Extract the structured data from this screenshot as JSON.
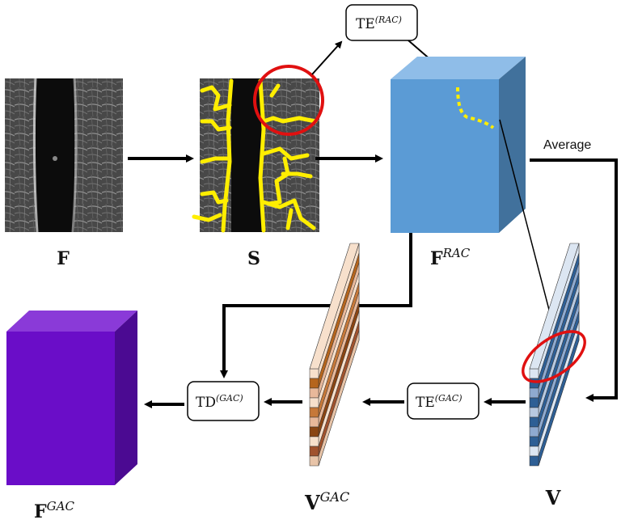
{
  "labels": {
    "f": "F",
    "s": "S",
    "f_rac_base": "F",
    "f_rac_sup": "RAC",
    "v": "V",
    "v_gac_base": "V",
    "v_gac_sup": "GAC",
    "f_gac_base": "F",
    "f_gac_sup": "GAC",
    "average": "Average"
  },
  "boxes": {
    "te_rac_base": "TE",
    "te_rac_sup": "(RAC)",
    "te_gac_base": "TE",
    "te_gac_sup": "(GAC)",
    "td_gac_base": "TD",
    "td_gac_sup": "(GAC)"
  },
  "colors": {
    "f_rac_front": "#5b9bd5",
    "f_rac_top": "#8fbde8",
    "f_rac_side": "#41719c",
    "f_gac_front": "#6a0dc8",
    "f_gac_top": "#8a3ad8",
    "f_gac_side": "#4b0a92",
    "vessel_yellow": "#ffee00",
    "highlight_red": "#e01010"
  },
  "v_stack_colors": [
    "#dce6f2",
    "#2e5f95",
    "#8faad0",
    "#2e5f95",
    "#b8c9e0",
    "#2e5f95",
    "#8faad0",
    "#2e5f95",
    "#dce6f2",
    "#2e5f95"
  ],
  "vgac_stack_colors": [
    "#f7e0cc",
    "#b5651d",
    "#e8b89a",
    "#f7e0cc",
    "#c67839",
    "#e8b89a",
    "#8a4513",
    "#f7e0cc",
    "#a0522d",
    "#e8c4a8"
  ]
}
